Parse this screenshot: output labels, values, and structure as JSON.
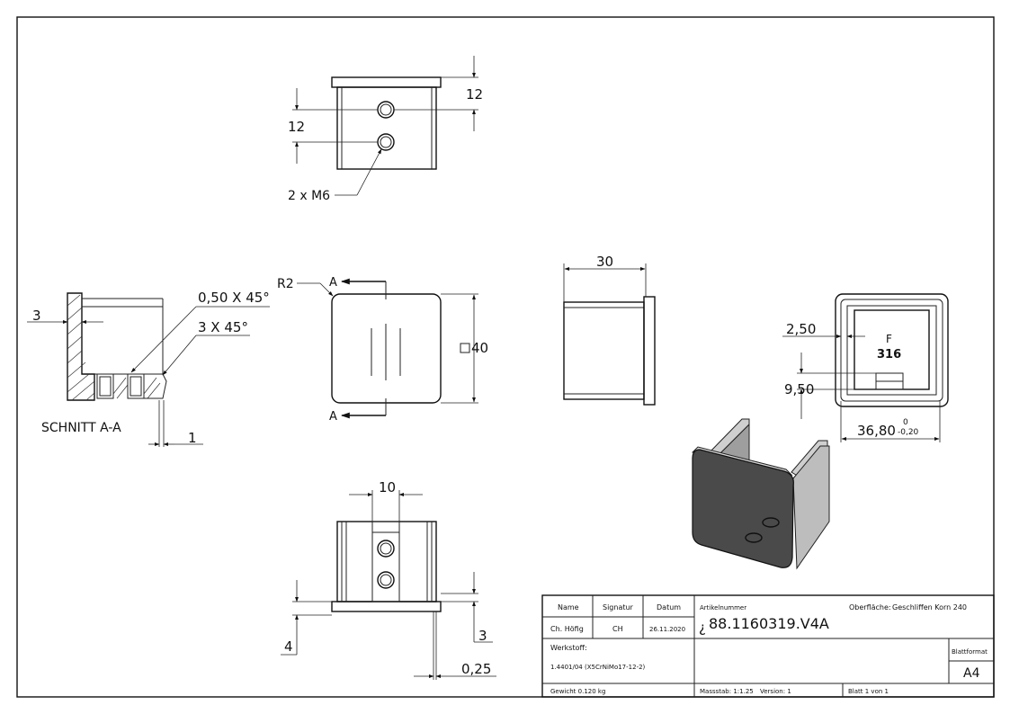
{
  "colors": {
    "line": "#111111",
    "solid_face": "#4a4a4a",
    "solid_side": "#bdbdbd"
  },
  "dimensions": {
    "top_hole_offset": "12",
    "top_hole_spacing": "12",
    "holes_callout": "2 x M6",
    "radius": "R2",
    "section_marker": "A",
    "square_size": "40",
    "side_width": "30",
    "wall_thickness": "3",
    "chamfer_small": "0,50 X 45°",
    "chamfer_large": "3 X 45°",
    "section_title": "SCHNITT A-A",
    "lip": "1",
    "inner_wall": "2,50",
    "tab_height": "9,50",
    "outer_width": "36,80",
    "tol_upper": "0",
    "tol_lower": "-0,20",
    "engrave_letter": "F",
    "engrave_code": "316",
    "slot_width": "10",
    "flange_height": "4",
    "flange_thickness": "3",
    "gap": "0,25"
  },
  "title_block": {
    "h_name": "Name",
    "h_signatur": "Signatur",
    "h_datum": "Datum",
    "v_name": "Ch. Höfig",
    "v_signatur": "CH",
    "v_datum": "26.11.2020",
    "l_artikel": "Artikelnummer",
    "article_mark": "¿",
    "v_artikel": "88.1160319.V4A",
    "l_oberflaeche": "Oberfläche:",
    "v_oberflaeche": "Geschliffen Korn 240",
    "l_werkstoff": "Werkstoff:",
    "v_werkstoff": "1.4401/04 (X5CrNiMo17-12-2)",
    "l_blattformat": "Blattformat",
    "v_blattformat": "A4",
    "gewicht": "Gewicht 0.120 kg",
    "massstab": "Massstab: 1:1.25",
    "version": "Version: 1",
    "blatt": "Blatt 1 von 1"
  }
}
